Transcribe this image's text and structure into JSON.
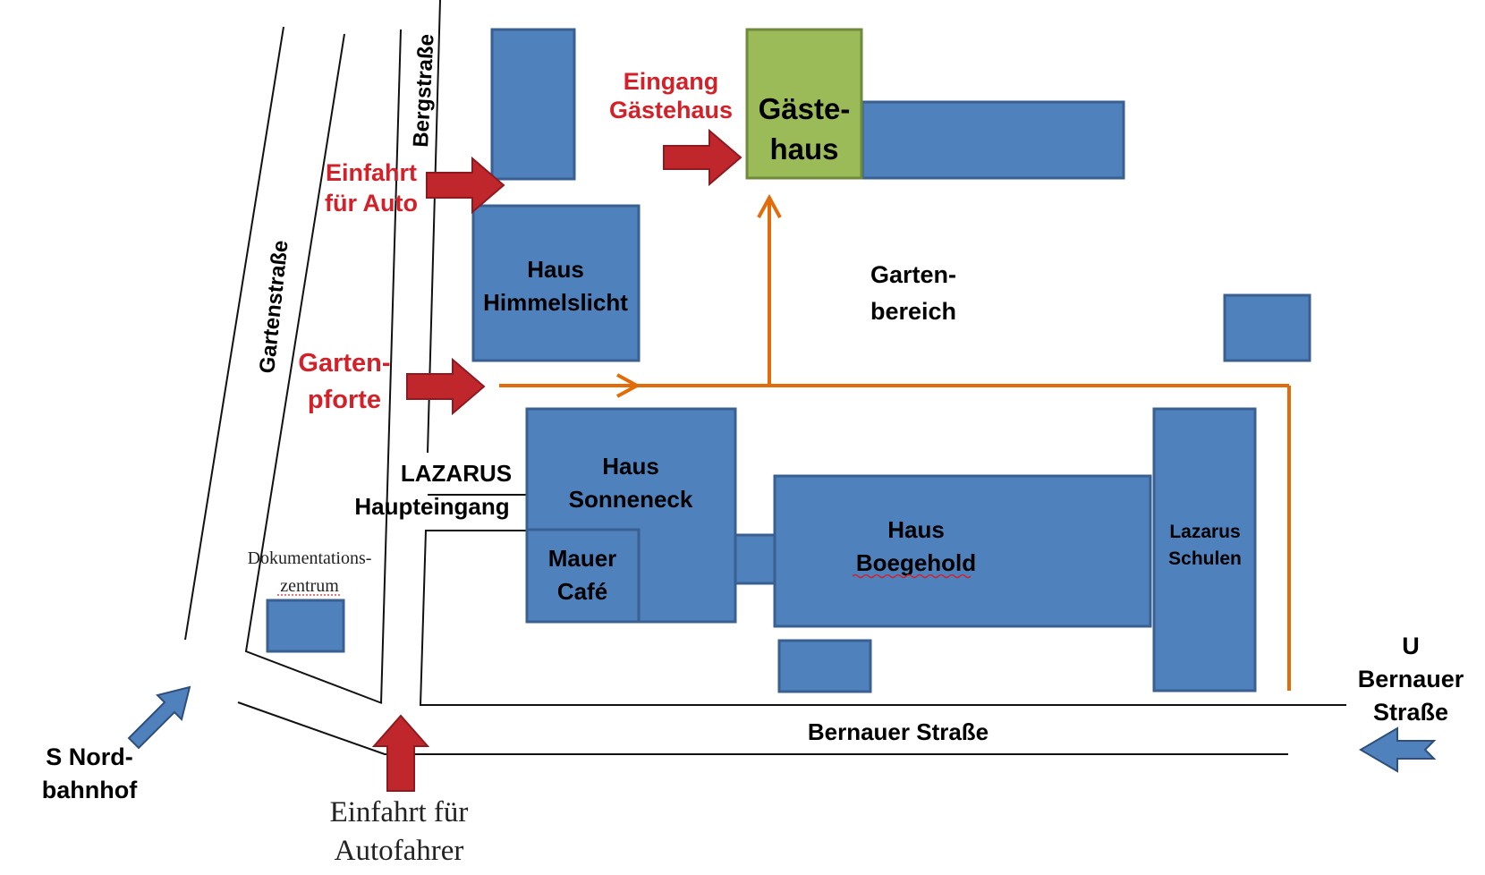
{
  "streets": {
    "bergstrasse": "Bergstraße",
    "gartenstrasse": "Gartenstraße",
    "bernauer_strasse": "Bernauer Straße"
  },
  "buildings": {
    "gaestehaus": [
      "Gäste-",
      "haus"
    ],
    "himmelslicht": [
      "Haus",
      "Himmelslicht"
    ],
    "sonneneck": [
      "Haus",
      "Sonneneck"
    ],
    "mauer_cafe": [
      "Mauer",
      "Café"
    ],
    "boegehold": [
      "Haus",
      "Boegehold"
    ],
    "lazarus_schulen": [
      "Lazarus",
      "Schulen"
    ]
  },
  "areas": {
    "gartenbereich": [
      "Garten-",
      "bereich"
    ],
    "dokumentationszentrum": [
      "Dokumentations-",
      "zentrum"
    ]
  },
  "entrances": {
    "eingang_gaestehaus": [
      "Eingang",
      "Gästehaus"
    ],
    "einfahrt_auto": [
      "Einfahrt",
      "für Auto"
    ],
    "gartenpforte": [
      "Garten-",
      "pforte"
    ],
    "lazarus_haupteingang": [
      "LAZARUS",
      "Haupteingang"
    ],
    "einfahrt_autofahrer": [
      "Einfahrt für",
      "Autofahrer"
    ]
  },
  "transit": {
    "s_nordbahnhof": [
      "S Nord-",
      "bahnhof"
    ],
    "u_bernauer": [
      "U",
      "Bernauer",
      "Straße"
    ]
  },
  "colors": {
    "building": "#4f81bd",
    "guesthouse": "#9bbb59",
    "entrance_label": "#d3212a",
    "walking_path": "#e36c0a",
    "entrance_arrow": "#c0272d",
    "transit_arrow": "#4f81bd"
  }
}
